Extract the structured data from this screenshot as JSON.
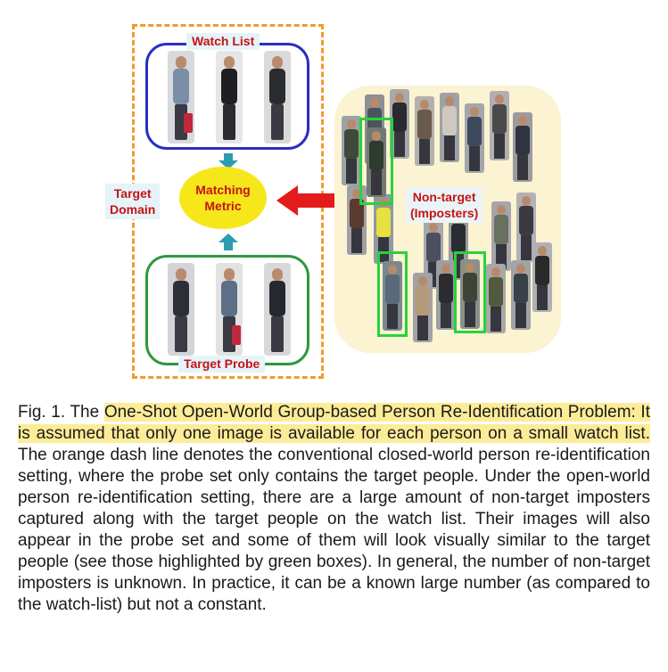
{
  "figure": {
    "watch_list_label": "Watch List",
    "target_probe_label": "Target Probe",
    "matching_metric_line1": "Matching",
    "matching_metric_line2": "Metric",
    "target_domain_line1": "Target",
    "target_domain_line2": "Domain",
    "nontarget_line1": "Non-target",
    "nontarget_line2": "(Imposters)",
    "colors": {
      "domain_border": "#f39a2a",
      "watch_list_border": "#2a2fc0",
      "probe_border": "#2e9a3e",
      "metric_fill": "#f6e71b",
      "label_text": "#c41414",
      "imposter_highlight": "#27d33a",
      "arrow_red": "#e41b1b",
      "arrow_teal": "#2e9cb0"
    }
  },
  "caption": {
    "prefix": "Fig. 1. The ",
    "highlighted": "One-Shot Open-World Group-based Person Re-Identification Problem: It is assumed that only one image is available for each person on a small watch list.",
    "rest": " The orange dash line denotes the conventional closed-world person re-identification setting, where the probe set only contains the target people. Under the open-world person re-identification setting, there are a large amount of non-target imposters captured along with the target people on the watch list. Their images will also appear in the probe set and some of them will look visually similar to the target people (see those highlighted by green boxes). In general, the number of non-target imposters is unknown. In practice, it can be a known large number (as compared to the watch-list) but not a constant."
  }
}
